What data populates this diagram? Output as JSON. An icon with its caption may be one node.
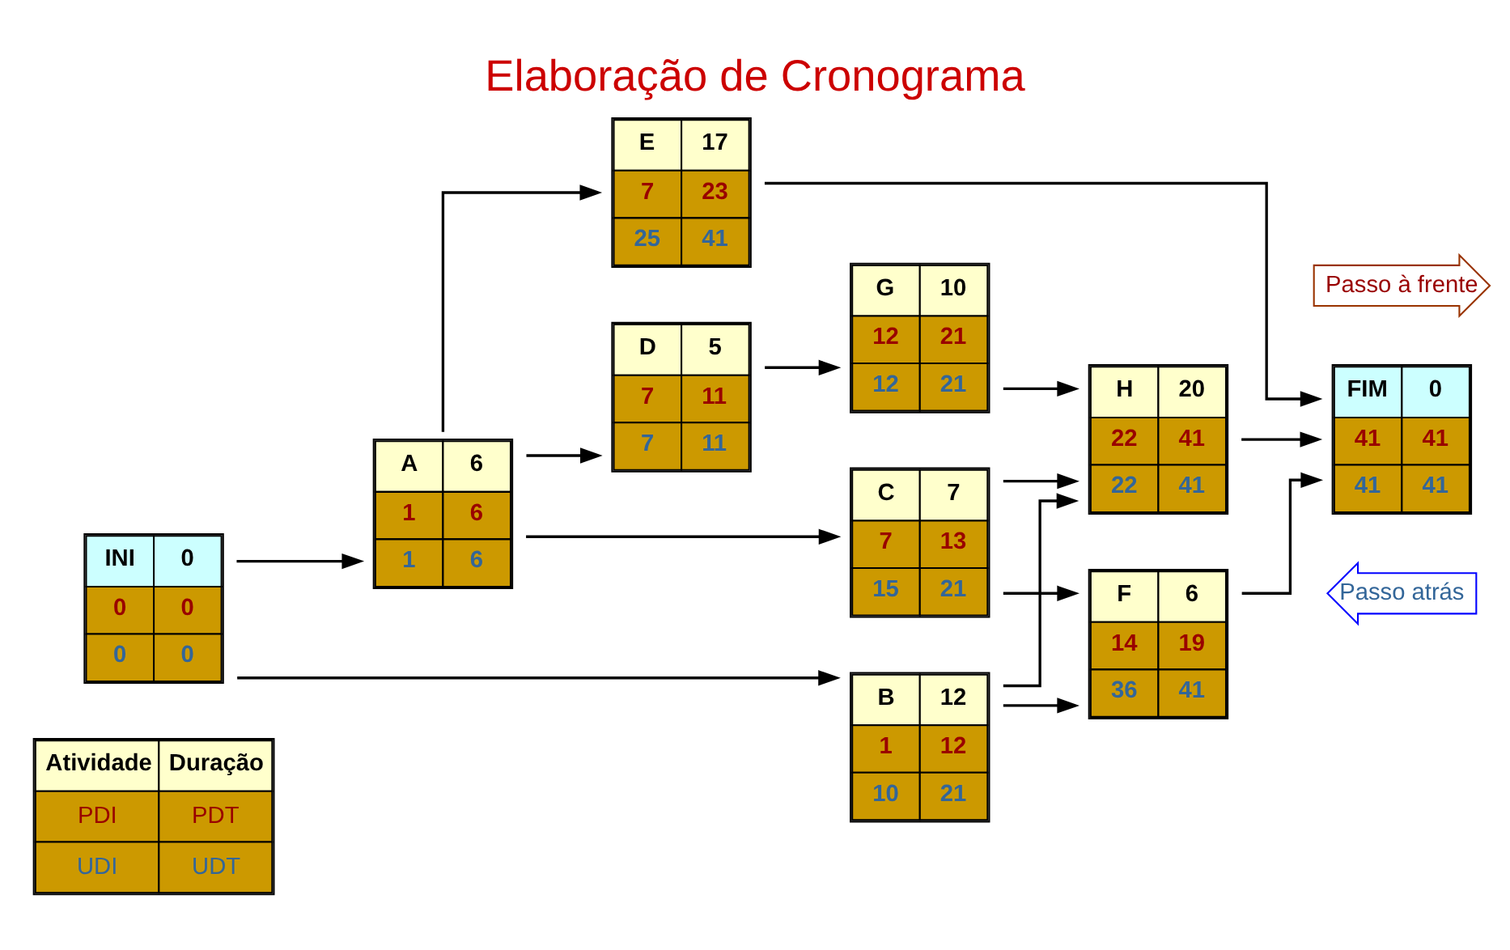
{
  "diagram": {
    "title": "Elaboração de Cronograma",
    "nodes": [
      {
        "text": [
          "INI",
          "0",
          "0",
          "0",
          "0",
          "0"
        ]
      },
      {
        "text": [
          "A",
          "6",
          "1",
          "6",
          "1",
          "6"
        ]
      },
      {
        "text": [
          "B",
          "12",
          "1",
          "12",
          "10",
          "21"
        ]
      },
      {
        "text": [
          "C",
          "7",
          "7",
          "13",
          "15",
          "21"
        ]
      },
      {
        "text": [
          "D",
          "5",
          "7",
          "11",
          "7",
          "11"
        ]
      },
      {
        "text": [
          "E",
          "17",
          "7",
          "23",
          "25",
          "41"
        ]
      },
      {
        "text": [
          "F",
          "6",
          "14",
          "19",
          "36",
          "41"
        ]
      },
      {
        "text": [
          "G",
          "10",
          "12",
          "21",
          "12",
          "21"
        ]
      },
      {
        "text": [
          "H",
          "20",
          "22",
          "41",
          "22",
          "41"
        ]
      },
      {
        "text": [
          "FIM",
          "0",
          "41",
          "41",
          "41",
          "41"
        ]
      },
      {
        "text": [
          "Passo à frente"
        ]
      },
      {
        "text": [
          "Passo atrás"
        ]
      }
    ],
    "edges": [
      {
        "from": 0,
        "to": 1,
        "arrow": "to"
      },
      {
        "from": 0,
        "to": 2,
        "arrow": "to"
      },
      {
        "from": 1,
        "to": 5,
        "arrow": "to"
      },
      {
        "from": 1,
        "to": 4,
        "arrow": "to"
      },
      {
        "from": 1,
        "to": 3,
        "arrow": "to"
      },
      {
        "from": 4,
        "to": 7,
        "arrow": "to"
      },
      {
        "from": 7,
        "to": 8,
        "arrow": "to"
      },
      {
        "from": 3,
        "to": 8,
        "arrow": "to"
      },
      {
        "from": 2,
        "to": 8,
        "arrow": "to"
      },
      {
        "from": 3,
        "to": 6,
        "arrow": "to"
      },
      {
        "from": 2,
        "to": 6,
        "arrow": "to"
      },
      {
        "from": 5,
        "to": 9,
        "arrow": "to"
      },
      {
        "from": 8,
        "to": 9,
        "arrow": "to"
      },
      {
        "from": 6,
        "to": 9,
        "arrow": "to"
      }
    ],
    "labels": [
      "Atividade",
      "Duração",
      "PDI",
      "PDT",
      "UDI",
      "UDT"
    ]
  }
}
